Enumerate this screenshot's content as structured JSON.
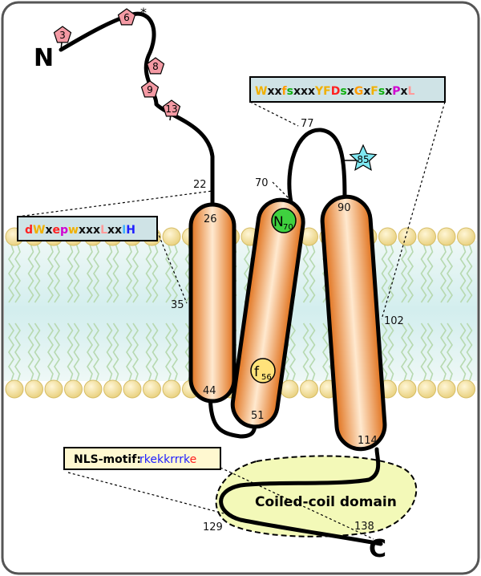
{
  "termini": {
    "n": "N",
    "c": "C"
  },
  "glyco_sites": [
    {
      "label": "3",
      "color": "#f49aa4"
    },
    {
      "label": "6",
      "color": "#f49aa4",
      "mark": "*"
    },
    {
      "label": "8",
      "color": "#f49aa4"
    },
    {
      "label": "9",
      "color": "#f49aa4"
    },
    {
      "label": "13",
      "color": "#f49aa4"
    }
  ],
  "star_site": {
    "label": "85",
    "color": "#7fe8f2"
  },
  "residue_numbers": [
    "22",
    "26",
    "35",
    "44",
    "51",
    "70",
    "77",
    "90",
    "102",
    "114",
    "129",
    "138"
  ],
  "helix_markers": {
    "n70": {
      "main": "N",
      "sub": "70",
      "color": "#3fd13f"
    },
    "f56": {
      "main": "f",
      "sub": "56",
      "color": "#ffe27a"
    }
  },
  "motifs": {
    "m1": [
      {
        "t": "d",
        "c": "#ff2020"
      },
      {
        "t": "W",
        "c": "#f0b000"
      },
      {
        "t": "x",
        "c": "#111111"
      },
      {
        "t": "e",
        "c": "#ff2020"
      },
      {
        "t": "p",
        "c": "#d000d0"
      },
      {
        "t": "w",
        "c": "#f0b000"
      },
      {
        "t": "xxx",
        "c": "#111111"
      },
      {
        "t": "L",
        "c": "#ff9a9a"
      },
      {
        "t": "xx",
        "c": "#111111"
      },
      {
        "t": "I",
        "c": "#3fb0ff"
      },
      {
        "t": "H",
        "c": "#2020ff"
      }
    ],
    "m2": [
      {
        "t": "W",
        "c": "#f0b000"
      },
      {
        "t": "xx",
        "c": "#111111"
      },
      {
        "t": "f",
        "c": "#ff9a00"
      },
      {
        "t": "s",
        "c": "#10b010"
      },
      {
        "t": "xxx",
        "c": "#111111"
      },
      {
        "t": "YF",
        "c": "#f0b000"
      },
      {
        "t": "D",
        "c": "#ff2020"
      },
      {
        "t": "s",
        "c": "#10b010"
      },
      {
        "t": "x",
        "c": "#111111"
      },
      {
        "t": "G",
        "c": "#ff9a00"
      },
      {
        "t": "x",
        "c": "#111111"
      },
      {
        "t": "F",
        "c": "#f0b000"
      },
      {
        "t": "s",
        "c": "#10b010"
      },
      {
        "t": "x",
        "c": "#111111"
      },
      {
        "t": "P",
        "c": "#d000d0"
      },
      {
        "t": "x",
        "c": "#111111"
      },
      {
        "t": "L",
        "c": "#ff9a9a"
      }
    ],
    "nls_label": "NLS-motif:",
    "nls": [
      {
        "t": "rkekk",
        "c": "#2020ff"
      },
      {
        "t": "r",
        "c": "#2020ff"
      },
      {
        "t": "rrk",
        "c": "#2020ff"
      },
      {
        "t": "e",
        "c": "#ff2020"
      }
    ]
  },
  "coiled_coil": {
    "label": "Coiled-coil domain",
    "fill": "#f3f9b8"
  },
  "colors": {
    "helix": "#f08a2a",
    "helix_highlight": "#ffe9cf",
    "lipid_head": "#f2de9c",
    "bilayer_tint": "#d9f0ee",
    "motif_box": "#cfe3e6"
  }
}
